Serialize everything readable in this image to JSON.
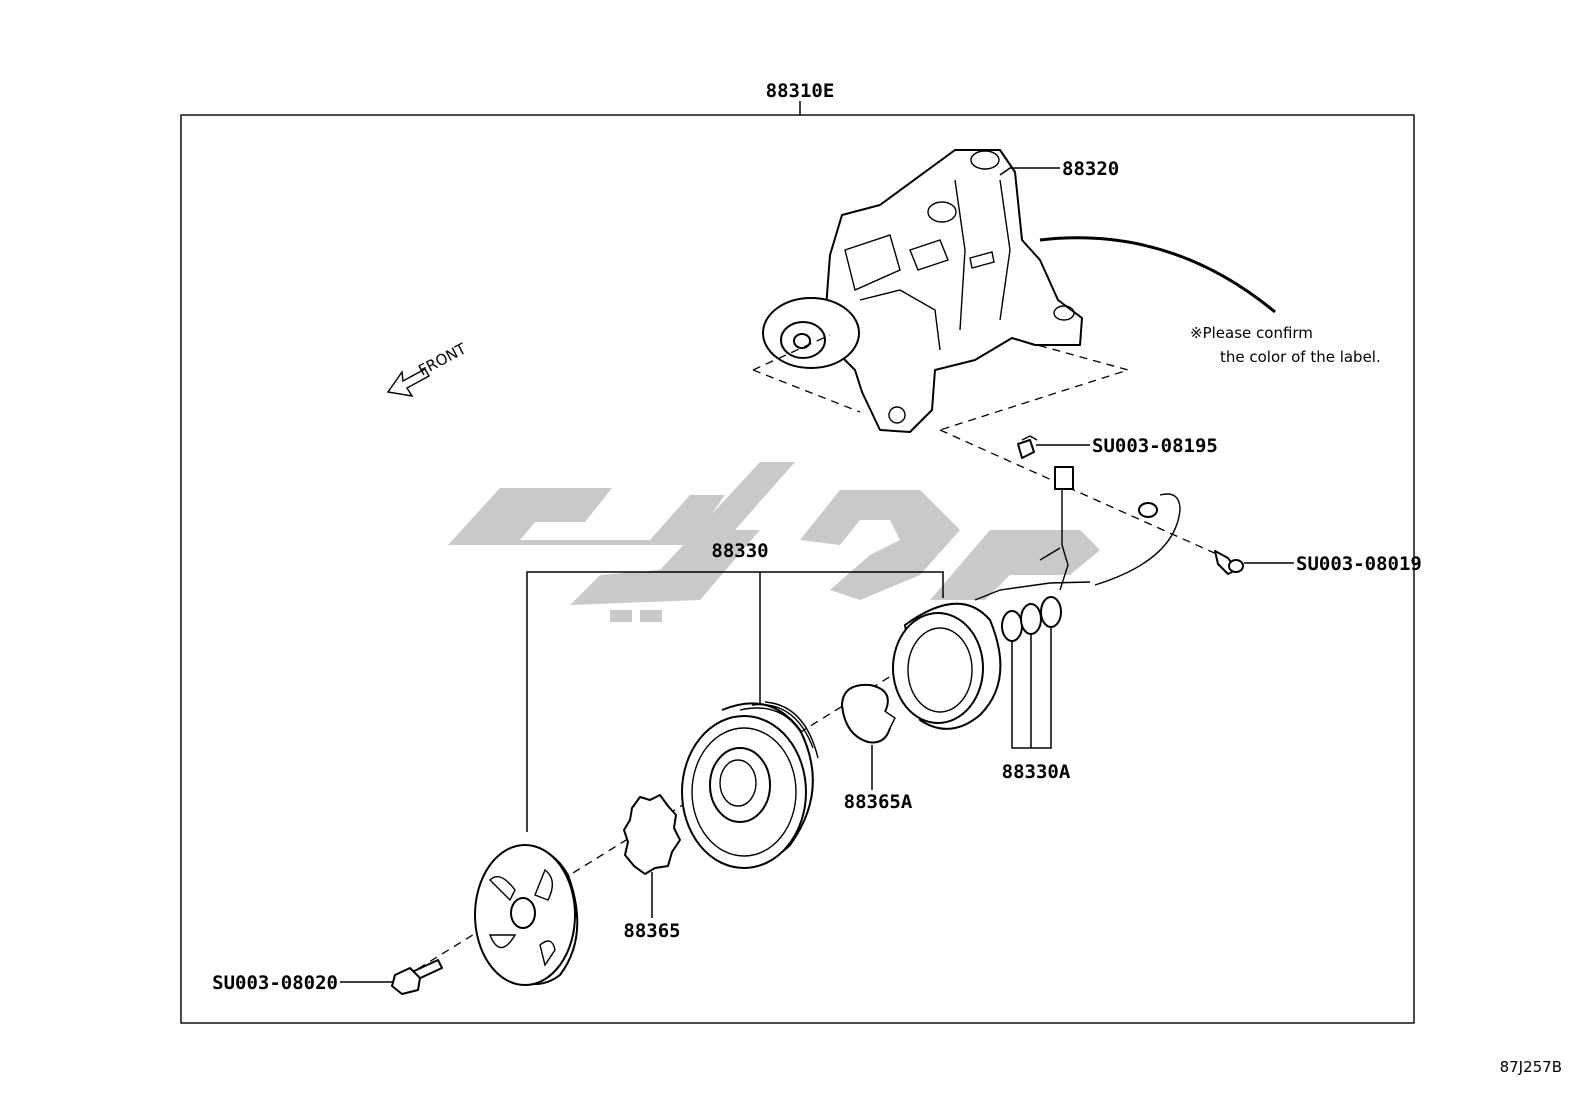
{
  "diagram": {
    "assembly_label": "88310E",
    "front_label": "FRONT",
    "note_line1": "※Please confirm",
    "note_line2": "the color of the label.",
    "figure_code": "87J257B",
    "watermark_text": "کوپارت"
  },
  "parts": [
    {
      "id": "compressor",
      "label": "88320"
    },
    {
      "id": "clip",
      "label": "SU003-08195"
    },
    {
      "id": "bolt-harness",
      "label": "SU003-08019"
    },
    {
      "id": "clutch-assembly",
      "label": "88330"
    },
    {
      "id": "shims",
      "label": "88330A"
    },
    {
      "id": "snap-ring",
      "label": "88365A"
    },
    {
      "id": "washer",
      "label": "88365"
    },
    {
      "id": "bolt-hub",
      "label": "SU003-08020"
    }
  ]
}
